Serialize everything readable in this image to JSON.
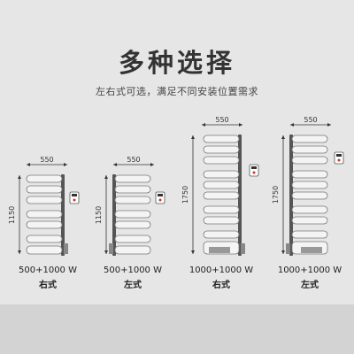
{
  "title": "多种选择",
  "subtitle": "左右式可选，满足不同安装位置需求",
  "products": [
    {
      "width_mm": "550",
      "height_mm": "1150",
      "power": "500+1000 W",
      "side": "右式"
    },
    {
      "width_mm": "550",
      "height_mm": "1150",
      "power": "500+1000 W",
      "side": "左式"
    },
    {
      "width_mm": "550",
      "height_mm": "1750",
      "power": "1000+1000 W",
      "side": "右式"
    },
    {
      "width_mm": "550",
      "height_mm": "1750",
      "power": "1000+1000 W",
      "side": "左式"
    }
  ]
}
